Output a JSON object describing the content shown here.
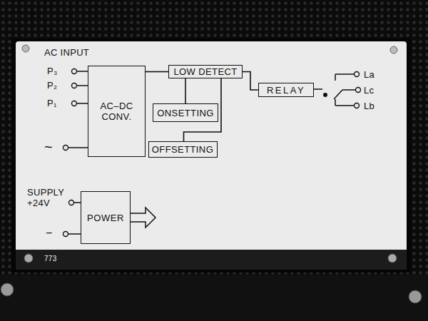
{
  "diagram": {
    "nodes": [
      {
        "text": [
          "AC–DC CONV."
        ]
      },
      {
        "text": [
          "LOW DETECT"
        ]
      },
      {
        "text": [
          "RELAY"
        ]
      },
      {
        "text": [
          "ONSETTING"
        ]
      },
      {
        "text": [
          "OFFSETTING"
        ]
      },
      {
        "text": [
          "POWER"
        ]
      }
    ],
    "edges": [
      {
        "from": 0,
        "to": 1,
        "arrow": "none"
      },
      {
        "from": 1,
        "to": 2,
        "arrow": "none"
      },
      {
        "from": 1,
        "to": 3,
        "arrow": "none"
      },
      {
        "from": 1,
        "to": 4,
        "arrow": "none"
      }
    ],
    "labels": [
      "AC INPUT",
      "P₃",
      "P₂",
      "P₁",
      "~",
      "La",
      "Lc",
      "Lb",
      "SUPPLY",
      "+24V",
      "−",
      "773"
    ]
  }
}
